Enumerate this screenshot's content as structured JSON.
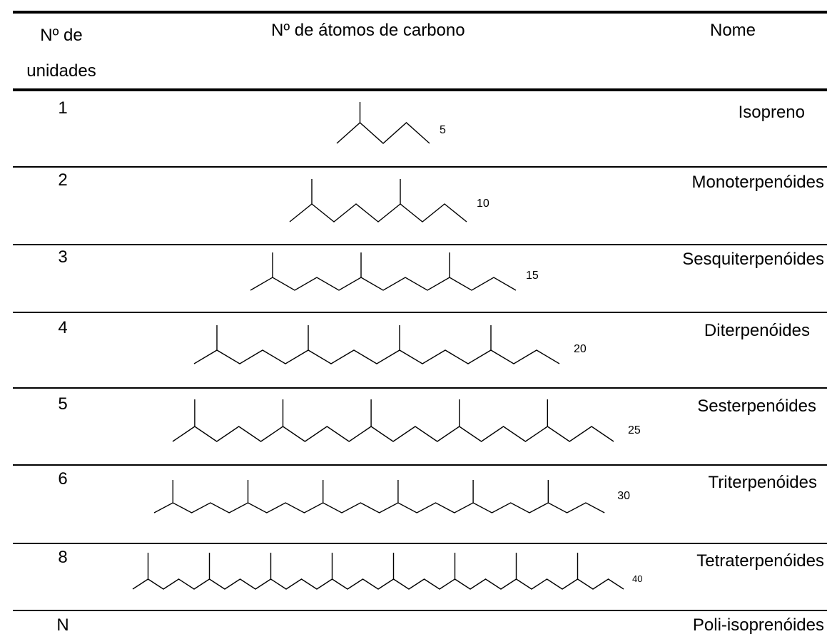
{
  "headers": {
    "units": "Nº de unidades",
    "carbon_atoms": "Nº de átomos de carbono",
    "name": "Nome"
  },
  "rows": [
    {
      "units": "1",
      "carbons": "5",
      "name": "Isopreno"
    },
    {
      "units": "2",
      "carbons": "10",
      "name": "Monoterpenóides"
    },
    {
      "units": "3",
      "carbons": "15",
      "name": "Sesquiterpenóides"
    },
    {
      "units": "4",
      "carbons": "20",
      "name": "Diterpenóides"
    },
    {
      "units": "5",
      "carbons": "25",
      "name": "Sesterpenóides"
    },
    {
      "units": "6",
      "carbons": "30",
      "name": "Triterpenóides"
    },
    {
      "units": "8",
      "carbons": "40",
      "name": "Tetraterpenóides"
    },
    {
      "units": "N",
      "carbons": "",
      "name": "Poli-isoprenóides"
    }
  ]
}
